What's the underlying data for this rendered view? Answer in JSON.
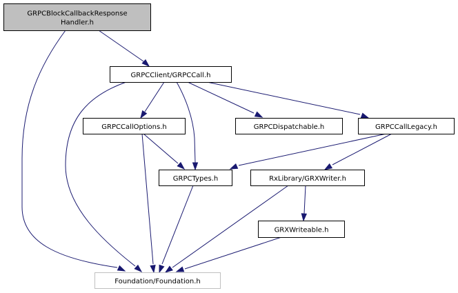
{
  "title": "GRPCBlockCallbackResponseHandler.h include dependency graph",
  "colors": {
    "edge": "#191970",
    "root_fill": "#bfbfbf",
    "root_border": "#000000",
    "node_border": "#000000",
    "external_border": "#bfbfbf",
    "node_fill": "#ffffff"
  },
  "nodes": [
    {
      "id": "root",
      "lines": [
        "GRPCBlockCallbackResponse",
        "Handler.h"
      ],
      "kind": "root"
    },
    {
      "id": "grpccall",
      "lines": [
        "GRPCClient/GRPCCall.h"
      ],
      "kind": "normal"
    },
    {
      "id": "calloptions",
      "lines": [
        "GRPCCallOptions.h"
      ],
      "kind": "normal"
    },
    {
      "id": "dispatchable",
      "lines": [
        "GRPCDispatchable.h"
      ],
      "kind": "normal"
    },
    {
      "id": "calllegacy",
      "lines": [
        "GRPCCallLegacy.h"
      ],
      "kind": "normal"
    },
    {
      "id": "types",
      "lines": [
        "GRPCTypes.h"
      ],
      "kind": "normal"
    },
    {
      "id": "grxwriter",
      "lines": [
        "RxLibrary/GRXWriter.h"
      ],
      "kind": "normal"
    },
    {
      "id": "grxwriteable",
      "lines": [
        "GRXWriteable.h"
      ],
      "kind": "normal"
    },
    {
      "id": "foundation",
      "lines": [
        "Foundation/Foundation.h"
      ],
      "kind": "external"
    }
  ],
  "edges": [
    {
      "from": "root",
      "to": "grpccall"
    },
    {
      "from": "root",
      "to": "foundation"
    },
    {
      "from": "grpccall",
      "to": "foundation"
    },
    {
      "from": "grpccall",
      "to": "calloptions"
    },
    {
      "from": "grpccall",
      "to": "types"
    },
    {
      "from": "grpccall",
      "to": "dispatchable"
    },
    {
      "from": "grpccall",
      "to": "calllegacy"
    },
    {
      "from": "calloptions",
      "to": "foundation"
    },
    {
      "from": "calloptions",
      "to": "types"
    },
    {
      "from": "calllegacy",
      "to": "types"
    },
    {
      "from": "calllegacy",
      "to": "grxwriter"
    },
    {
      "from": "types",
      "to": "foundation"
    },
    {
      "from": "grxwriter",
      "to": "foundation"
    },
    {
      "from": "grxwriter",
      "to": "grxwriteable"
    },
    {
      "from": "grxwriteable",
      "to": "foundation"
    }
  ]
}
